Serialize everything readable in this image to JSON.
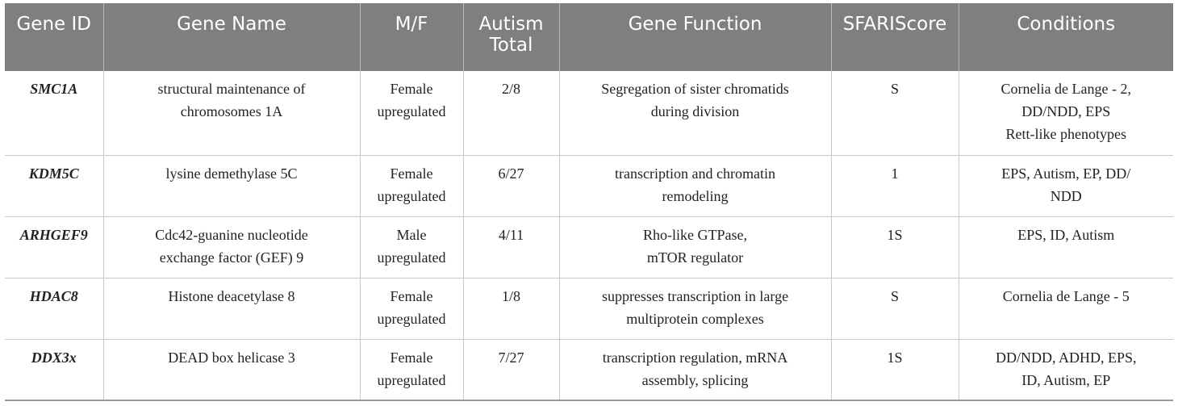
{
  "table": {
    "headers": [
      "Gene ID",
      "Gene Name",
      "M/F",
      "Autism\nTotal",
      "Gene Function",
      "SFARIScore",
      "Conditions"
    ],
    "rows": [
      [
        "SMC1A",
        "structural maintenance of\nchromosomes 1A",
        "Female\nupregulated",
        "2/8",
        "Segregation of sister chromatids\nduring division",
        "S",
        "Cornelia de Lange - 2,\nDD/NDD, EPS\nRett-like phenotypes"
      ],
      [
        "KDM5C",
        "lysine demethylase 5C",
        "Female\nupregulated",
        "6/27",
        "transcription and chromatin\nremodeling",
        "1",
        "EPS, Autism, EP, DD/\nNDD"
      ],
      [
        "ARHGEF9",
        "Cdc42-guanine nucleotide\nexchange factor (GEF) 9",
        "Male\nupregulated",
        "4/11",
        "Rho-like GTPase,\nmTOR regulator",
        "1S",
        "EPS, ID, Autism"
      ],
      [
        "HDAC8",
        "Histone deacetylase 8",
        "Female\nupregulated",
        "1/8",
        "suppresses transcription in large\nmultiprotein complexes",
        "S",
        "Cornelia de Lange - 5"
      ],
      [
        "DDX3x",
        "DEAD box helicase 3",
        "Female\nupregulated",
        "7/27",
        "transcription regulation, mRNA\nassembly, splicing",
        "1S",
        "DD/NDD, ADHD, EPS,\nID, Autism, EP"
      ]
    ]
  }
}
